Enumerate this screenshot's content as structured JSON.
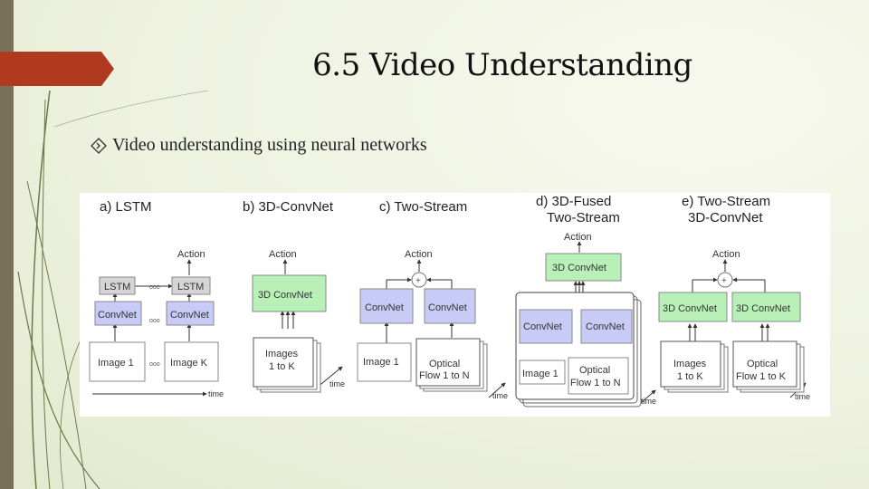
{
  "slide": {
    "title": "6.5 Video Understanding",
    "bullet": "Video understanding using neural networks"
  },
  "icons": {
    "bullet_icon": "diamond-arrow-bullet-icon"
  },
  "colors": {
    "accent_tab": "#b03a1f",
    "left_bar": "#7a7258",
    "blue_box": "#c7cbf5",
    "green_box": "#b9f0b8",
    "grey_box": "#d5d5d5"
  },
  "figure": {
    "panels": {
      "a": {
        "title": "a) LSTM",
        "action": "Action",
        "lstm1": "LSTM",
        "lstm2": "LSTM",
        "conv1": "ConvNet",
        "conv2": "ConvNet",
        "img1": "Image 1",
        "imgK": "Image K",
        "time": "time",
        "dots1": "ooo",
        "dots2": "ooo",
        "dots3": "ooo"
      },
      "b": {
        "title": "b) 3D-ConvNet",
        "action": "Action",
        "conv": "3D ConvNet",
        "images_l1": "Images",
        "images_l2": "1 to K",
        "time": "time"
      },
      "c": {
        "title": "c) Two-Stream",
        "action": "Action",
        "plus": "+",
        "conv1": "ConvNet",
        "conv2": "ConvNet",
        "img1": "Image 1",
        "flow_l1": "Optical",
        "flow_l2": "Flow 1 to N",
        "time": "time"
      },
      "d": {
        "title_l1": "d) 3D-Fused",
        "title_l2": "Two-Stream",
        "action": "Action",
        "conv3d": "3D ConvNet",
        "conv1": "ConvNet",
        "conv2": "ConvNet",
        "img1": "Image 1",
        "flow_l1": "Optical",
        "flow_l2": "Flow 1 to N",
        "time": "time"
      },
      "e": {
        "title_l1": "e) Two-Stream",
        "title_l2": "3D-ConvNet",
        "action": "Action",
        "plus": "+",
        "conv1": "3D ConvNet",
        "conv2": "3D ConvNet",
        "images_l1": "Images",
        "images_l2": "1 to K",
        "flow_l1": "Optical",
        "flow_l2": "Flow 1 to K",
        "time": "time"
      }
    }
  }
}
